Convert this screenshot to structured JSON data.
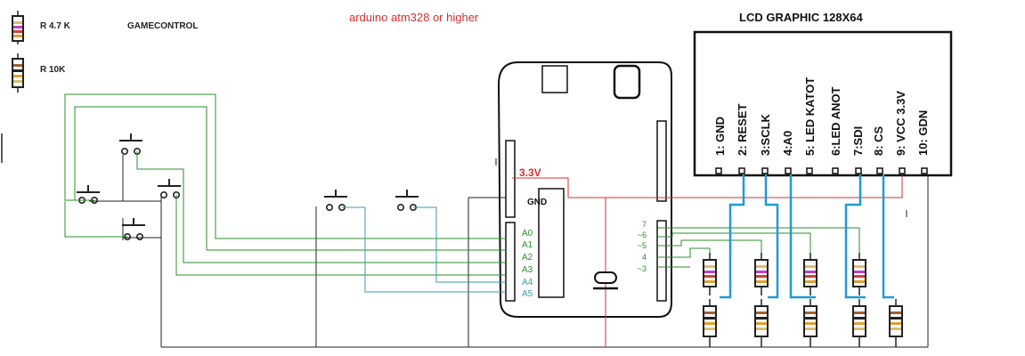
{
  "title": "arduino atm328 or higher",
  "gamecontrol": "GAMECONTROL",
  "legend": {
    "r47": "R 4.7 K",
    "r10": "R 10K"
  },
  "lcd": {
    "title": "LCD GRAPHIC 128X64",
    "pins": [
      "1: GND",
      "2: RESET",
      "3:SCLK",
      "4:A0",
      "5: LED KATOT",
      "6:LED ANOT",
      "7:SDI",
      "8: CS",
      "9: VCC  3.3V",
      "10: GDN"
    ]
  },
  "board": {
    "power_label": "3.3V",
    "gnd_label": "GND",
    "analog_pins": [
      "A0",
      "A1",
      "A2",
      "A3",
      "A4",
      "A5"
    ],
    "digital_pins": [
      "7",
      "~6",
      "~5",
      "4",
      "~3"
    ]
  },
  "colors": {
    "green": "#2a8f2a",
    "teal": "#3a9aaa",
    "blue": "#1f9ad6",
    "red": "#d43030",
    "title_red": "#d43030",
    "wire_black": "#222222"
  }
}
